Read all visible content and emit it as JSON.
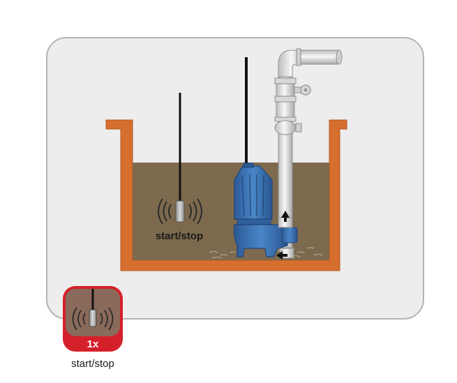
{
  "diagram": {
    "sensor_label": "start/stop",
    "legend": {
      "count": "1x",
      "caption": "start/stop"
    },
    "colors": {
      "panel_bg": "#ededed",
      "panel_border": "#b3b3b3",
      "tank_wall": "#d66f2e",
      "sludge": "#7d6a4e",
      "pump": "#3b6fb0",
      "pipe": "#e6e6e6",
      "badge_red": "#d4202a",
      "badge_brown": "#8a6a5a"
    },
    "icons": [
      "float-switch-icon",
      "flow-arrow-icon",
      "valve-icon",
      "submersible-pump-icon"
    ]
  }
}
